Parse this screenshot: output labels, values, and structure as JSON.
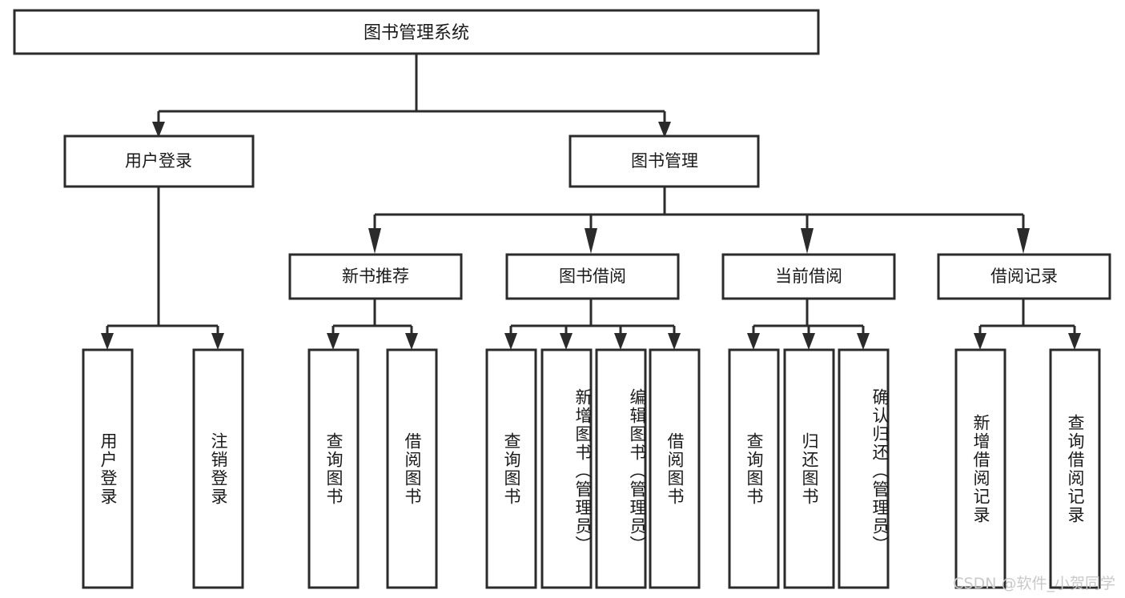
{
  "diagram": {
    "title": "图书管理系统",
    "type": "tree",
    "orientation": "top-down",
    "colors": {
      "node_fill": "#ffffff",
      "node_stroke": "#2b2b2b",
      "connector": "#2b2b2b",
      "text": "#1a1a1a",
      "watermark": "#c9c9c9",
      "background": "#ffffff"
    },
    "root": {
      "label": "图书管理系统"
    },
    "level2": [
      {
        "label": "用户登录"
      },
      {
        "label": "图书管理"
      }
    ],
    "level3": [
      {
        "label": "新书推荐"
      },
      {
        "label": "图书借阅"
      },
      {
        "label": "当前借阅"
      },
      {
        "label": "借阅记录"
      }
    ],
    "leaves": {
      "user_login": [
        {
          "label": "用户登录"
        },
        {
          "label": "注销登录"
        }
      ],
      "new_book_recommend": [
        {
          "label": "查询图书"
        },
        {
          "label": "借阅图书"
        }
      ],
      "book_borrow": [
        {
          "label": "查询图书"
        },
        {
          "label": "新增图书（管理员）"
        },
        {
          "label": "编辑图书（管理员）"
        },
        {
          "label": "借阅图书"
        }
      ],
      "current_borrow": [
        {
          "label": "查询图书"
        },
        {
          "label": "归还图书"
        },
        {
          "label": "确认归还（管理员）"
        }
      ],
      "borrow_records": [
        {
          "label": "新增借阅记录"
        },
        {
          "label": "查询借阅记录"
        }
      ]
    }
  },
  "watermark": {
    "text": "CSDN @软件_小贺同学"
  }
}
